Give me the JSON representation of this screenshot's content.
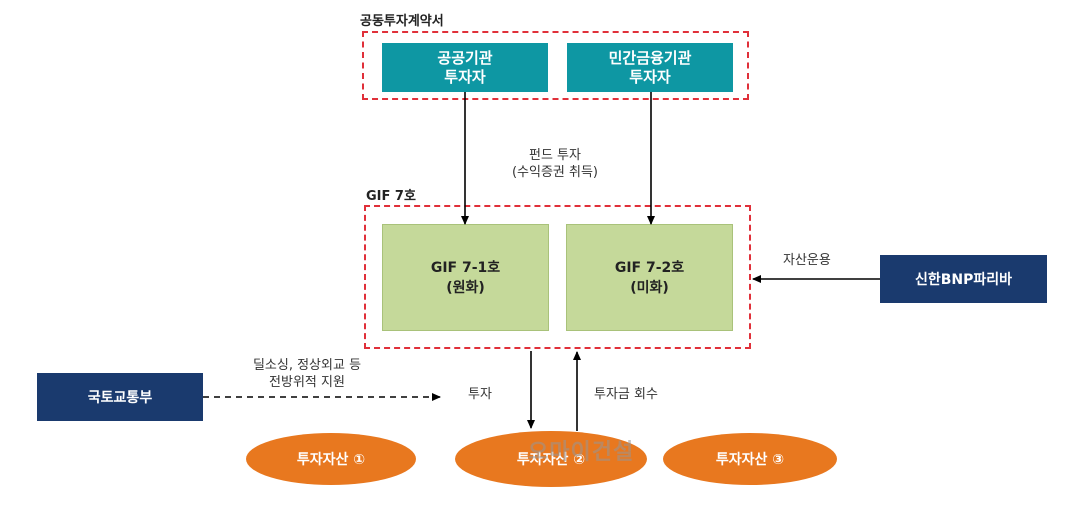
{
  "contract": {
    "title": "공동투자계약서"
  },
  "public_investor": {
    "line1": "공공기관",
    "line2": "투자자"
  },
  "private_investor": {
    "line1": "민간금융기관",
    "line2": "투자자"
  },
  "fund_investment": {
    "line1": "펀드 투자",
    "line2": "(수익증권 취득)"
  },
  "fund": {
    "title": "GIF 7호"
  },
  "fund_7_1": {
    "line1": "GIF 7-1호",
    "line2": "(원화)"
  },
  "fund_7_2": {
    "line1": "GIF 7-2호",
    "line2": "(미화)"
  },
  "asset_management": {
    "label": "자산운용"
  },
  "manager": {
    "name": "신한BNP파리바"
  },
  "ministry": {
    "name": "국토교통부"
  },
  "support": {
    "line1": "딜소싱, 정상외교 등",
    "line2": "전방위적 지원"
  },
  "invest": {
    "label": "투자"
  },
  "recovery": {
    "label": "투자금 회수"
  },
  "assets": [
    {
      "label": "투자자산 ①"
    },
    {
      "label": "투자자산 ②"
    },
    {
      "label": "투자자산 ③"
    }
  ],
  "watermark": {
    "text": "오마이건설"
  },
  "colors": {
    "teal": "#0e97a3",
    "green": "#c5d99a",
    "navy": "#1a3a6e",
    "orange": "#e8781f",
    "dashed_red": "#e0303a"
  }
}
